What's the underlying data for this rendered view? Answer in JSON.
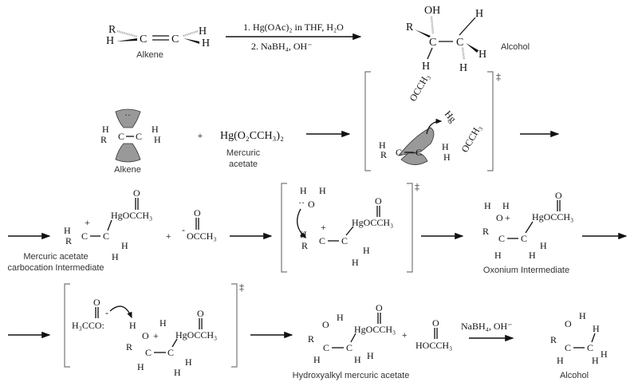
{
  "atoms": {
    "C": "C",
    "H": "H",
    "R": "R",
    "O": "O",
    "OH": "OH",
    "plus": "+",
    "minus": "-",
    "dagger": "‡",
    "lone": "··"
  },
  "overall": {
    "reactant_label": "Alkene",
    "reagent_1": "1. Hg(OAc)₂ in THF, H₂O",
    "reagent_2": "2. NaBH₄, OH⁻",
    "product_label": "Alcohol"
  },
  "step1": {
    "alkene_label": "Alkene",
    "plus": "+",
    "mercuric_formula": "Hg(O₂CCH₃)₂",
    "mercuric_label_1": "Mercuric",
    "mercuric_label_2": "acetate",
    "ts_group_1": "OCCH₃",
    "ts_group_2": "OCCH₃",
    "ts_hg": "Hg"
  },
  "step2": {
    "group": "HgOCCH₃",
    "acetate_ion": "OCCH₃",
    "label_1": "Mercuric acetate",
    "label_2": "carbocation Intermediate"
  },
  "step3": {
    "oxonium_label": "Oxonium Intermediate"
  },
  "step4": {
    "acetate": "H₃CCO:",
    "hydroxyalkyl_label": "Hydroxyalkyl mercuric acetate",
    "acetic_acid": "HOCCH₃",
    "reagent": "NaBH₄, OH⁻",
    "alcohol_label": "Alcohol"
  }
}
